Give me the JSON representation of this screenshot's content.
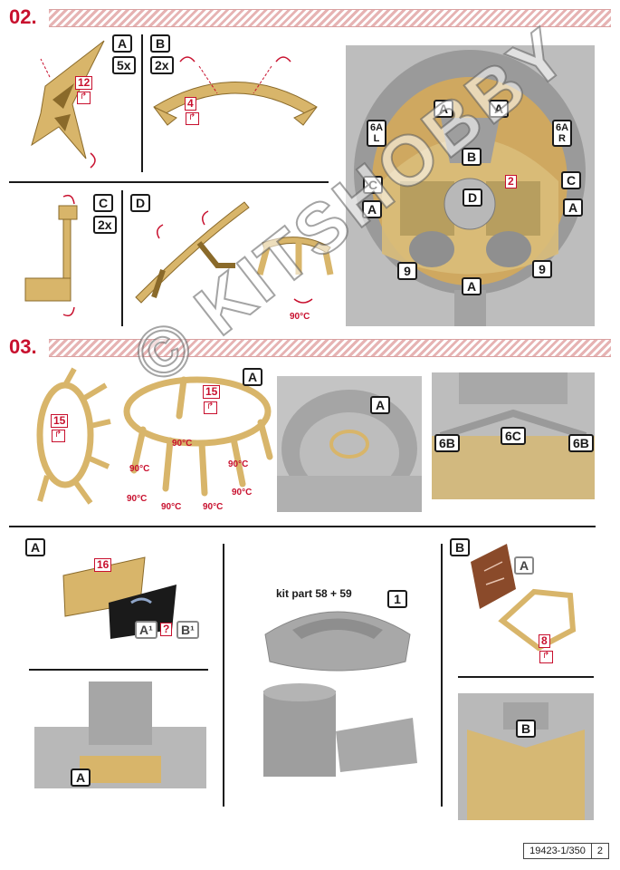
{
  "steps": {
    "s02": "02.",
    "s03": "03."
  },
  "labels": {
    "A": "A",
    "B": "B",
    "C": "C",
    "D": "D",
    "x5": "5x",
    "x2": "2x",
    "r6AL": "6A\nL",
    "r6AR": "6A\nR",
    "n9": "9",
    "n2": "2",
    "n1": "1",
    "r6B": "6B",
    "r6C": "6C",
    "A1": "A¹",
    "B1": "B¹",
    "q": "?"
  },
  "pe_parts": {
    "p12": "12",
    "p4": "4",
    "p15": "15",
    "p16": "16",
    "p8": "8"
  },
  "angles": {
    "deg": "90°C"
  },
  "notes": {
    "kit_part": "kit part 58 + 59"
  },
  "watermark": "© KITSHOBBY",
  "footer": {
    "code": "19423-1/350",
    "page": "2"
  },
  "colors": {
    "accent": "#c8102e",
    "brass": "#d8b56a",
    "grey": "#a7a7a7",
    "copper": "#8a4a2a"
  }
}
